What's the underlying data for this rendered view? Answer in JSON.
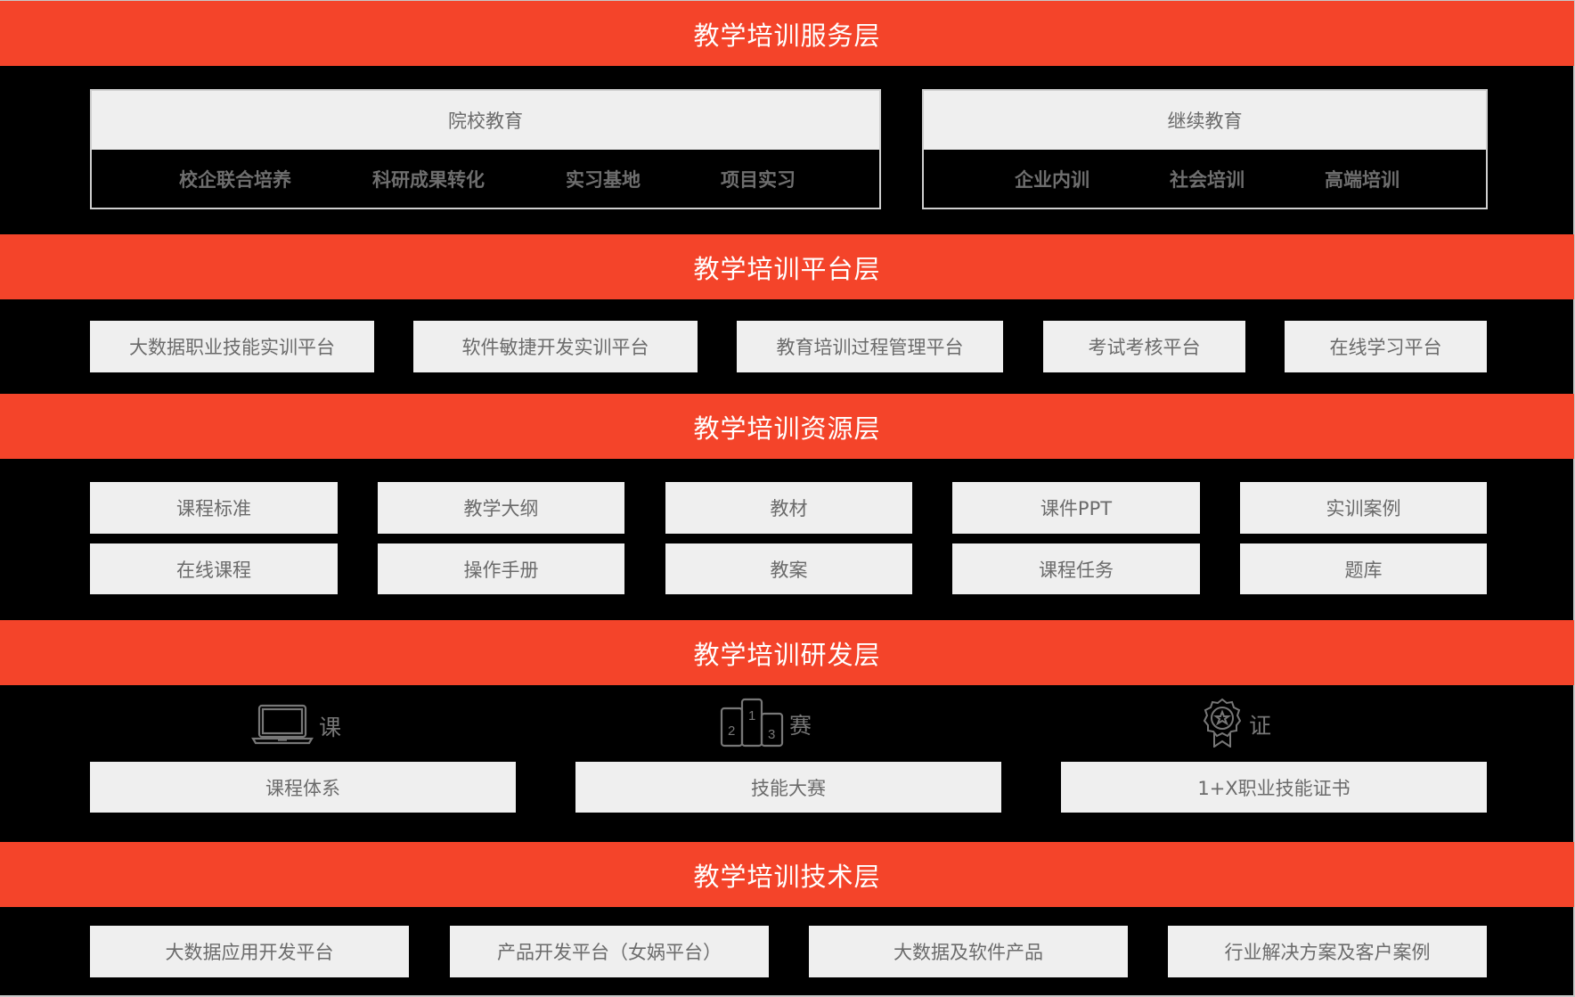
{
  "colors": {
    "accent": "#F4442A",
    "background": "#000000",
    "box": "#EFEFEF",
    "box_text": "#6B6B6B"
  },
  "layers": {
    "service": {
      "title": "教学培训服务层",
      "groups": [
        {
          "title": "院校教育",
          "items": [
            "校企联合培养",
            "科研成果转化",
            "实习基地",
            "项目实习"
          ]
        },
        {
          "title": "继续教育",
          "items": [
            "企业内训",
            "社会培训",
            "高端培训"
          ]
        }
      ]
    },
    "platform": {
      "title": "教学培训平台层",
      "items": [
        "大数据职业技能实训平台",
        "软件敏捷开发实训平台",
        "教育培训过程管理平台",
        "考试考核平台",
        "在线学习平台"
      ]
    },
    "resource": {
      "title": "教学培训资源层",
      "rows": [
        [
          "课程标准",
          "教学大纲",
          "教材",
          "课件PPT",
          "实训案例"
        ],
        [
          "在线课程",
          "操作手册",
          "教案",
          "课程任务",
          "题库"
        ]
      ]
    },
    "rnd": {
      "title": "教学培训研发层",
      "pillars": [
        {
          "icon": "laptop-icon",
          "label": "课",
          "box": "课程体系"
        },
        {
          "icon": "podium-icon",
          "label": "赛",
          "box": "技能大赛"
        },
        {
          "icon": "award-badge-icon",
          "label": "证",
          "box": "1+X职业技能证书"
        }
      ]
    },
    "tech": {
      "title": "教学培训技术层",
      "items": [
        "大数据应用开发平台",
        "产品开发平台（女娲平台）",
        "大数据及软件产品",
        "行业解决方案及客户案例"
      ]
    }
  }
}
